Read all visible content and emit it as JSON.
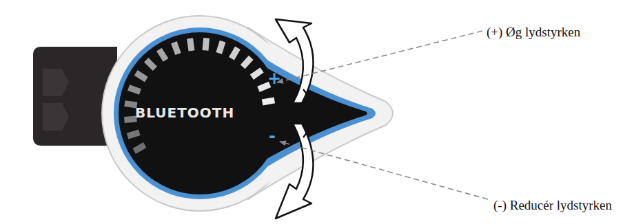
{
  "diagram": {
    "labels": [
      "(+) Øg lydstyrken",
      "(-) Reducér lydstyrken",
      "BLUETOOTH",
      "+",
      "-"
    ]
  }
}
